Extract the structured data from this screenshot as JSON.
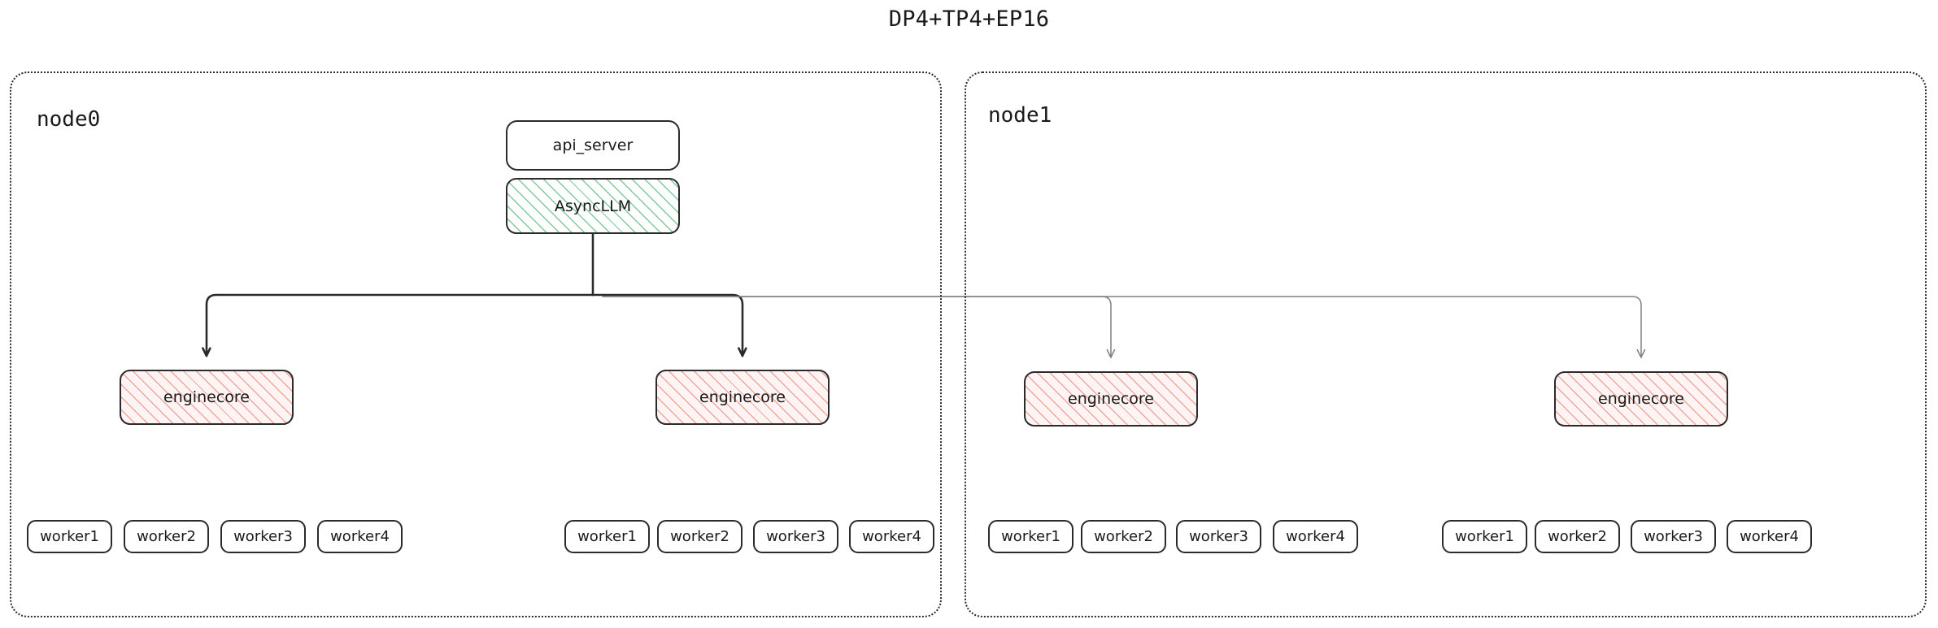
{
  "title": "DP4+TP4+EP16",
  "colors": {
    "stroke_primary": "#2b2b2b",
    "stroke_secondary": "#808080",
    "hatch_green": "#7fcc9a",
    "hatch_pink": "#f0a79e",
    "pink_fill": "#fdf4f3",
    "container_border": "#2b2b2b",
    "background": "#ffffff",
    "text": "#1a1a1a"
  },
  "nodes": [
    {
      "id": "node0",
      "label": "node0",
      "frontend": {
        "api_server": "api_server",
        "async_llm": "AsyncLLM"
      },
      "enginecores": [
        {
          "label": "enginecore",
          "workers": [
            "worker1",
            "worker2",
            "worker3",
            "worker4"
          ]
        },
        {
          "label": "enginecore",
          "workers": [
            "worker1",
            "worker2",
            "worker3",
            "worker4"
          ]
        }
      ]
    },
    {
      "id": "node1",
      "label": "node1",
      "enginecores": [
        {
          "label": "enginecore",
          "workers": [
            "worker1",
            "worker2",
            "worker3",
            "worker4"
          ]
        },
        {
          "label": "enginecore",
          "workers": [
            "worker1",
            "worker2",
            "worker3",
            "worker4"
          ]
        }
      ]
    }
  ]
}
